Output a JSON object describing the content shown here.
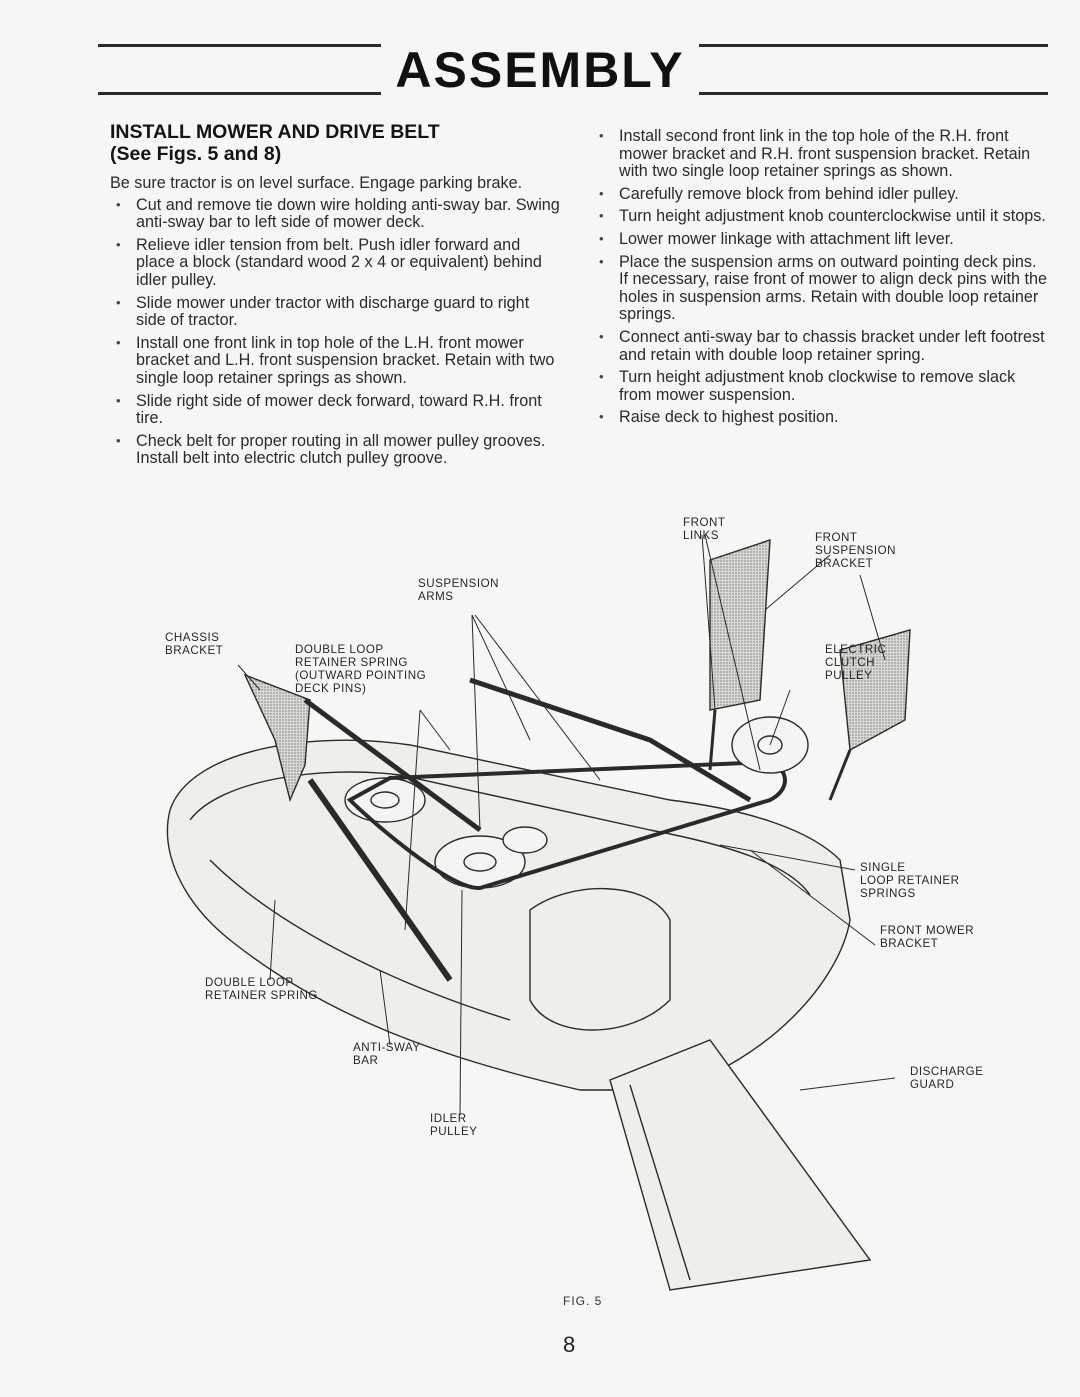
{
  "header": {
    "title": "ASSEMBLY"
  },
  "section": {
    "heading_line1": "INSTALL MOWER AND DRIVE BELT",
    "heading_line2": "(See Figs. 5 and 8)",
    "intro": "Be sure tractor is on level surface. Engage parking brake."
  },
  "left_steps": [
    "Cut and remove tie down wire holding anti-sway bar. Swing anti-sway bar to left side of mower deck.",
    "Relieve idler tension from belt. Push idler forward and place a block (standard wood 2 x 4 or equivalent) behind idler pulley.",
    "Slide mower under tractor with discharge guard to right side of tractor.",
    "Install one front link in top hole of the L.H. front mower bracket and L.H. front suspension bracket. Retain with two single loop retainer springs as shown.",
    "Slide right side of mower deck forward, toward R.H. front tire.",
    "Check belt for proper routing in all mower pulley grooves. Install belt into electric clutch pulley groove."
  ],
  "right_steps": [
    "Install second front link in the top hole of the R.H. front mower bracket and R.H. front suspension bracket. Retain with two single loop retainer springs as shown.",
    "Carefully remove block from behind idler pulley.",
    "Turn height adjustment knob counterclockwise until it stops.",
    "Lower mower linkage with attachment lift lever.",
    "Place the suspension arms on outward pointing deck pins. If necessary, raise front of mower to align deck pins with the holes in suspension arms. Retain with double loop retainer springs.",
    "Connect anti-sway bar to chassis bracket under left footrest and retain with double loop retainer spring.",
    "Turn height adjustment knob clockwise to remove slack from mower suspension.",
    "Raise deck to highest position."
  ],
  "figure": {
    "labels": {
      "front_links": "FRONT\nLINKS",
      "front_suspension_bracket": "FRONT\nSUSPENSION\nBRACKET",
      "suspension_arms": "SUSPENSION\nARMS",
      "chassis_bracket": "CHASSIS\nBRACKET",
      "double_loop_outward": "DOUBLE LOOP\nRETAINER SPRING\n(OUTWARD POINTING\nDECK PINS)",
      "electric_clutch_pulley": "ELECTRIC\nCLUTCH\nPULLEY",
      "single_loop": "SINGLE\nLOOP RETAINER\nSPRINGS",
      "front_mower_bracket": "FRONT MOWER\nBRACKET",
      "double_loop_retainer": "DOUBLE LOOP\nRETAINER SPRING",
      "anti_sway_bar": "ANTI-SWAY\nBAR",
      "idler_pulley": "IDLER\nPULLEY",
      "discharge_guard": "DISCHARGE\nGUARD"
    },
    "caption": "FIG. 5"
  },
  "footer": {
    "page_number": "8"
  }
}
